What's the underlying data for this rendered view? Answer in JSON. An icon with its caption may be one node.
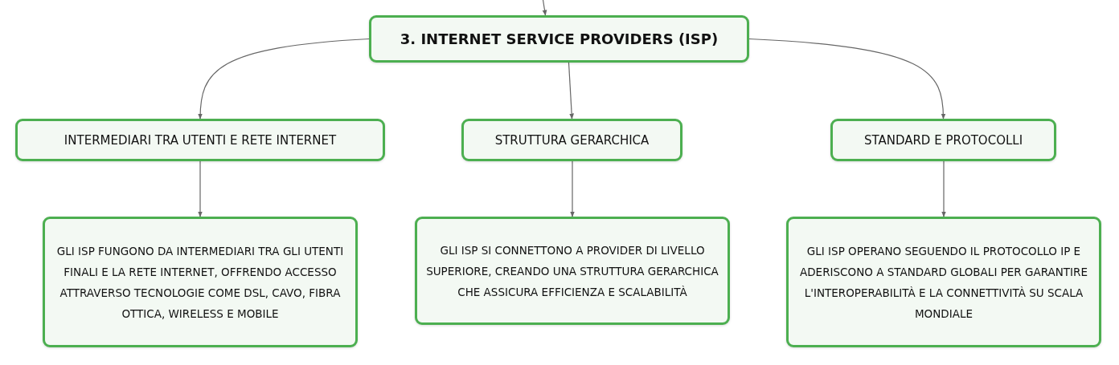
{
  "diagram": {
    "nodes": [
      {
        "text": [
          "3. INTERNET SERVICE PROVIDERS (ISP)"
        ]
      },
      {
        "text": [
          "INTERMEDIARI TRA UTENTI E RETE INTERNET"
        ]
      },
      {
        "text": [
          "STRUTTURA GERARCHICA"
        ]
      },
      {
        "text": [
          "STANDARD E PROTOCOLLI"
        ]
      },
      {
        "text": [
          "GLI ISP FUNGONO DA INTERMEDIARI TRA GLI UTENTI FINALI E LA RETE INTERNET, OFFRENDO ACCESSO ATTRAVERSO TECNOLOGIE COME DSL, CAVO, FIBRA OTTICA, WIRELESS E MOBILE"
        ]
      },
      {
        "text": [
          "GLI ISP SI CONNETTONO A PROVIDER DI LIVELLO SUPERIORE, CREANDO UNA STRUTTURA GERARCHICA CHE ASSICURA EFFICIENZA E SCALABILITÀ"
        ]
      },
      {
        "text": [
          "GLI ISP OPERANO SEGUENDO IL PROTOCOLLO IP E ADERISCONO A STANDARD GLOBALI PER GARANTIRE L'INTEROPERABILITÀ E LA CONNETTIVITÀ SU SCALA MONDIALE"
        ]
      }
    ],
    "edges": [
      {
        "from": null,
        "to": 0,
        "arrow": "to"
      },
      {
        "from": 0,
        "to": 1,
        "arrow": "to"
      },
      {
        "from": 0,
        "to": 2,
        "arrow": "to"
      },
      {
        "from": 0,
        "to": 3,
        "arrow": "to"
      },
      {
        "from": 1,
        "to": 4,
        "arrow": "to"
      },
      {
        "from": 2,
        "to": 5,
        "arrow": "to"
      },
      {
        "from": 3,
        "to": 6,
        "arrow": "to"
      }
    ]
  }
}
